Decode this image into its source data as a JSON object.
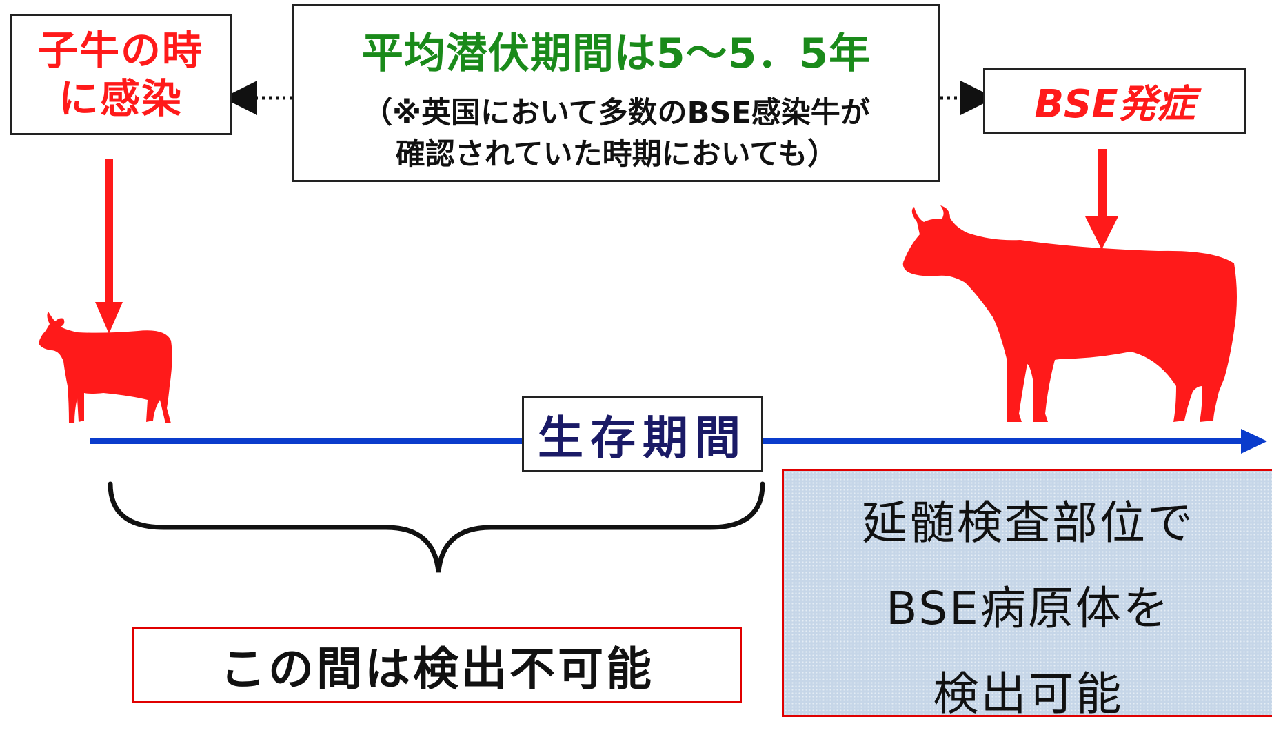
{
  "infection": {
    "line1": "子牛の時",
    "line2": "に感染"
  },
  "latency": {
    "title": "平均潜伏期間は5～5．5年",
    "note_line1": "（※英国において多数のBSE感染牛が",
    "note_line2": "確認されていた時期においても）"
  },
  "onset": {
    "label": "BSE発症"
  },
  "lifespan": {
    "label": "生存期間"
  },
  "undetectable": {
    "label": "この間は検出不可能"
  },
  "detectable": {
    "line1": "延髄検査部位で",
    "line2": "BSE病原体を",
    "line3": "検出可能"
  },
  "colors": {
    "cow": "#ff1a1a",
    "timeline": "#0a3ccc",
    "title_green": "#1a8a1a",
    "alert_red": "#ff1a1a"
  },
  "icons": [
    "calf-icon",
    "adult-cow-icon"
  ]
}
